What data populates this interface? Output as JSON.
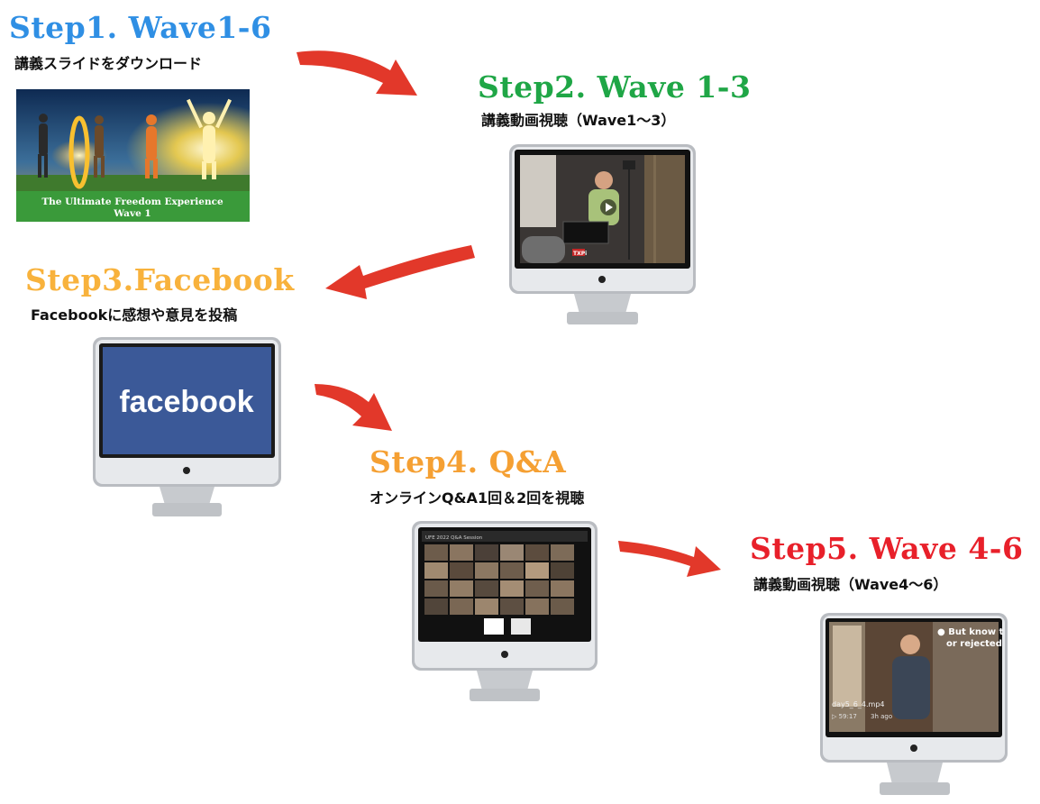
{
  "steps": [
    {
      "title": "Step1. Wave1-6",
      "subtitle": "講義スライドをダウンロード",
      "color": "#2f8fe4"
    },
    {
      "title": "Step2. Wave 1-3",
      "subtitle": "講義動画視聴（Wave1〜3）",
      "color": "#1fa646"
    },
    {
      "title": "Step3.Facebook",
      "subtitle": "Facebookに感想や意見を投稿",
      "color": "#f8b23c"
    },
    {
      "title": "Step4. Q&A",
      "subtitle": "オンラインQ&A1回＆2回を視聴",
      "color": "#f5a033"
    },
    {
      "title": "Step5. Wave 4-6",
      "subtitle": "講義動画視聴（Wave4〜6）",
      "color": "#e8202a"
    }
  ],
  "slide": {
    "caption_line1": "The Ultimate Freedom Experience",
    "caption_line2": "Wave 1"
  },
  "facebook_logo": "facebook",
  "video5": {
    "overlay_line1": "● But know t",
    "overlay_line2": "or rejected",
    "filename": "day5_6_4.mp4",
    "duration": "▷ 59:17",
    "ago": "3h ago"
  },
  "video2": {
    "badge": "TXPi"
  },
  "qa": {
    "header": "UFE 2022 Q&A Session"
  },
  "arrow_color": "#e2382a"
}
